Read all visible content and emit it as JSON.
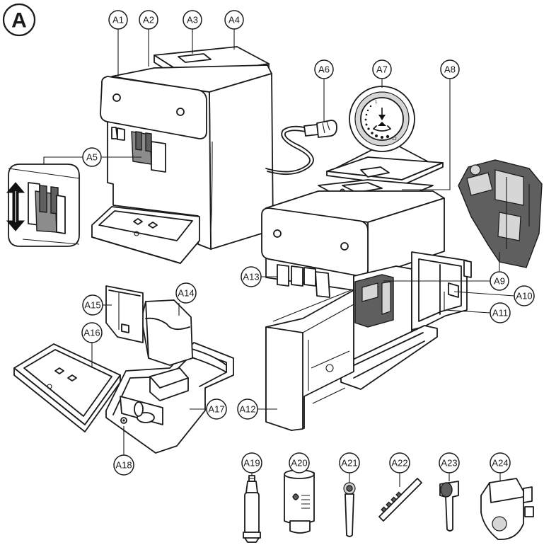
{
  "figure_label": "A",
  "callouts": [
    "A1",
    "A2",
    "A3",
    "A4",
    "A5",
    "A6",
    "A7",
    "A8",
    "A9",
    "A10",
    "A11",
    "A12",
    "A13",
    "A14",
    "A15",
    "A16",
    "A17",
    "A18",
    "A19",
    "A20",
    "A21",
    "A22",
    "A23",
    "A24"
  ],
  "dial": {
    "mark_low": "1",
    "mark_high": "12"
  }
}
